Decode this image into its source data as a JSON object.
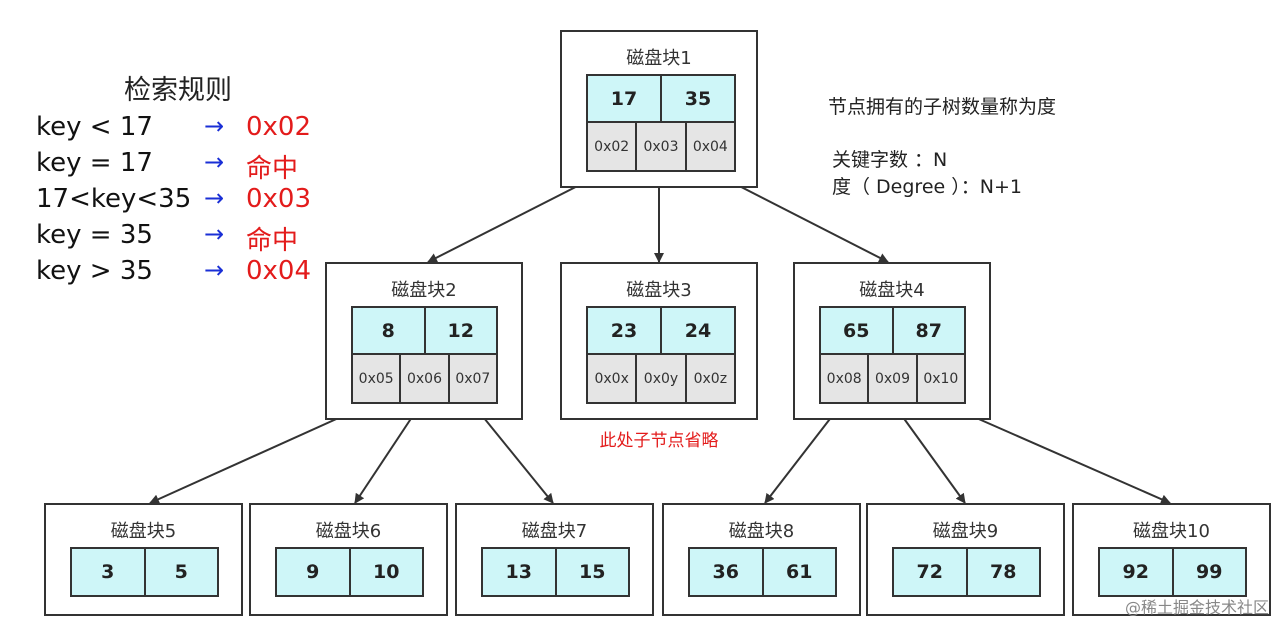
{
  "rules": {
    "title": "检索规则",
    "items": [
      {
        "cond": "key < 17",
        "arrow": "→",
        "result": "0x02"
      },
      {
        "cond": "key = 17",
        "arrow": "→",
        "result": "命中"
      },
      {
        "cond": "17<key<35",
        "arrow": "→",
        "result": "0x03"
      },
      {
        "cond": "key = 35",
        "arrow": "→",
        "result": "命中"
      },
      {
        "cond": "key > 35",
        "arrow": "→",
        "result": "0x04"
      }
    ]
  },
  "degree_note": {
    "line1": "节点拥有的子树数量称为度",
    "line2": "关键字数 ：N",
    "line3": "度（ Degree ）：N+1"
  },
  "blocks": [
    {
      "title": "磁盘块1",
      "keys": [
        "17",
        "35"
      ],
      "pointers": [
        "0x02",
        "0x03",
        "0x04"
      ]
    },
    {
      "title": "磁盘块2",
      "keys": [
        "8",
        "12"
      ],
      "pointers": [
        "0x05",
        "0x06",
        "0x07"
      ]
    },
    {
      "title": "磁盘块3",
      "keys": [
        "23",
        "24"
      ],
      "pointers": [
        "0x0x",
        "0x0y",
        "0x0z"
      ]
    },
    {
      "title": "磁盘块4",
      "keys": [
        "65",
        "87"
      ],
      "pointers": [
        "0x08",
        "0x09",
        "0x10"
      ]
    },
    {
      "title": "磁盘块5",
      "keys": [
        "3",
        "5"
      ]
    },
    {
      "title": "磁盘块6",
      "keys": [
        "9",
        "10"
      ]
    },
    {
      "title": "磁盘块7",
      "keys": [
        "13",
        "15"
      ]
    },
    {
      "title": "磁盘块8",
      "keys": [
        "36",
        "61"
      ]
    },
    {
      "title": "磁盘块9",
      "keys": [
        "72",
        "78"
      ]
    },
    {
      "title": "磁盘块10",
      "keys": [
        "92",
        "99"
      ]
    }
  ],
  "omit_note": "此处子节点省略",
  "watermark": "@稀土掘金技术社区",
  "colors": {
    "key_fill": "#cef6f8",
    "pointer_fill": "#e5e5e5",
    "arrow_blue": "#1a2fd6",
    "result_red": "#e31b1b"
  }
}
